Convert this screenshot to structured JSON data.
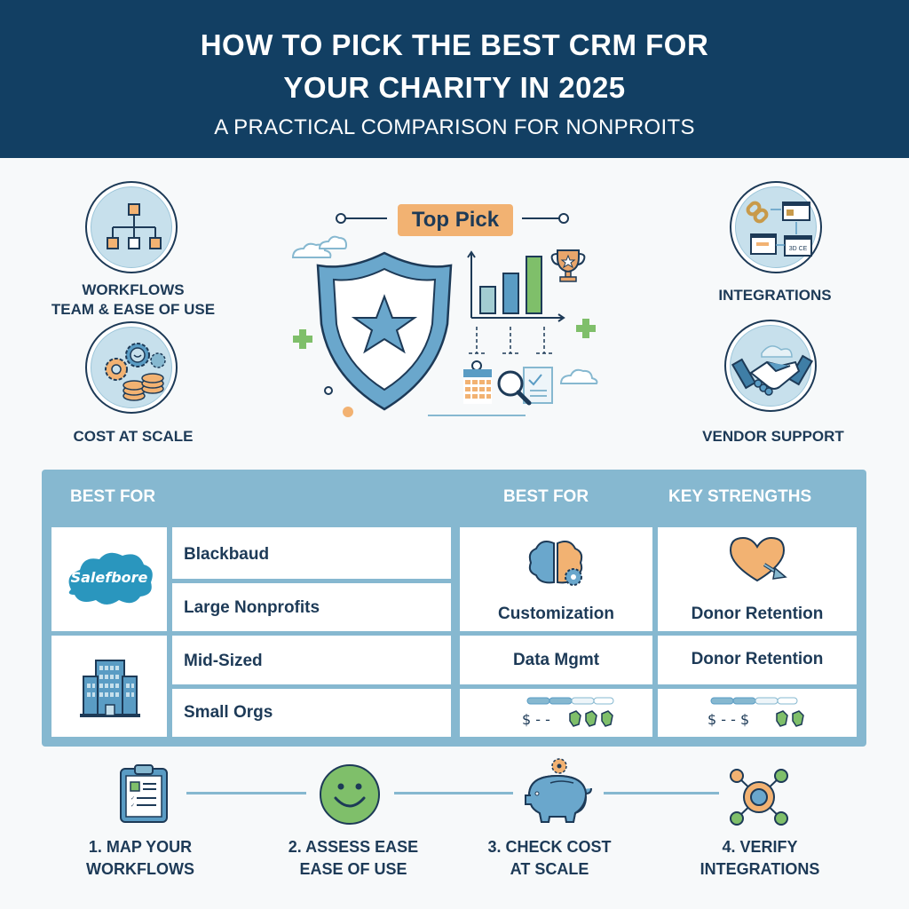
{
  "header": {
    "title_line1": "HOW TO PICK THE BEST CRM FOR",
    "title_line2": "YOUR CHARITY IN 2025",
    "subtitle": "A PRACTICAL COMPARISON FOR NONPROITS"
  },
  "factors": {
    "left": [
      {
        "label_line1": "WORKFLOWS",
        "label_line2": "TEAM & EASE OF USE",
        "icon": "org-chart-icon"
      },
      {
        "label": "COST AT SCALE",
        "icon": "gears-coins-icon"
      }
    ],
    "right": [
      {
        "label": "INTEGRATIONS",
        "icon": "link-windows-icon"
      },
      {
        "label": "VENDOR SUPPORT",
        "icon": "handshake-icon"
      }
    ]
  },
  "hero": {
    "badge": "Top Pick",
    "icons": [
      "shield-star-icon",
      "bar-chart-icon",
      "trophy-icon",
      "calendar-icon",
      "magnifier-icon",
      "checklist-icon",
      "cloud-icon"
    ]
  },
  "table": {
    "headers": [
      "BEST FOR",
      "BEST FOR",
      "KEY STRENGTHS"
    ],
    "rows": [
      {
        "logo_text": "Salefbore",
        "name": "Blackbaud",
        "segment": "Large Nonprofits",
        "best_for": "Customization",
        "strength": "Donor Retention"
      },
      {
        "logo": "building-icon",
        "name": "Mid-Sized",
        "segment": "Small Orgs",
        "best_for": "Data Mgmt",
        "strength": "Donor Retention",
        "price_col3": "$ - -",
        "price_col4": "$ - - $"
      }
    ]
  },
  "steps": [
    {
      "line1": "1. MAP YOUR",
      "line2": "WORKFLOWS",
      "icon": "clipboard-icon"
    },
    {
      "line1": "2. ASSESS EASE",
      "line2": "EASE OF USE",
      "icon": "smiley-icon"
    },
    {
      "line1": "3. CHECK COST",
      "line2": "AT SCALE",
      "icon": "piggy-bank-icon"
    },
    {
      "line1": "4. VERIFY",
      "line2": "INTEGRATIONS",
      "icon": "network-hub-icon"
    }
  ],
  "colors": {
    "navy": "#123f63",
    "text": "#1d3a57",
    "light_blue": "#86b8d0",
    "accent_orange": "#f2b272",
    "accent_green": "#7fbf6a"
  }
}
